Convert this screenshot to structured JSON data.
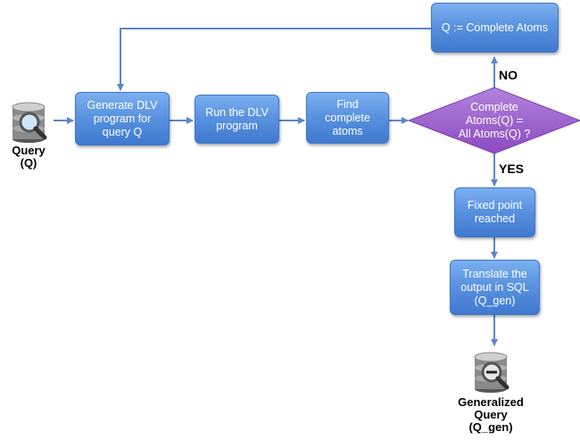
{
  "nodes": {
    "generate": "Generate DLV\nprogram for\nquery Q",
    "run": "Run the DLV\nprogram",
    "find": "Find\ncomplete\natoms",
    "decision": "Complete\nAtoms(Q) =\nAll Atoms(Q) ?",
    "complete_atoms": "Q := Complete Atoms",
    "fixed_point": "Fixed point\nreached",
    "translate": "Translate the\noutput in SQL\n(Q_gen)"
  },
  "branches": {
    "no": "NO",
    "yes": "YES"
  },
  "icons": {
    "query_icon": "database-search-icon",
    "query_label": "Query\n(Q)",
    "generalized_icon": "database-search-icon",
    "generalized_label": "Generalized\nQuery\n(Q_gen)"
  },
  "colors": {
    "box": "#5a93e0",
    "diamond": "#9b59c9",
    "arrow": "#5b86c8"
  }
}
